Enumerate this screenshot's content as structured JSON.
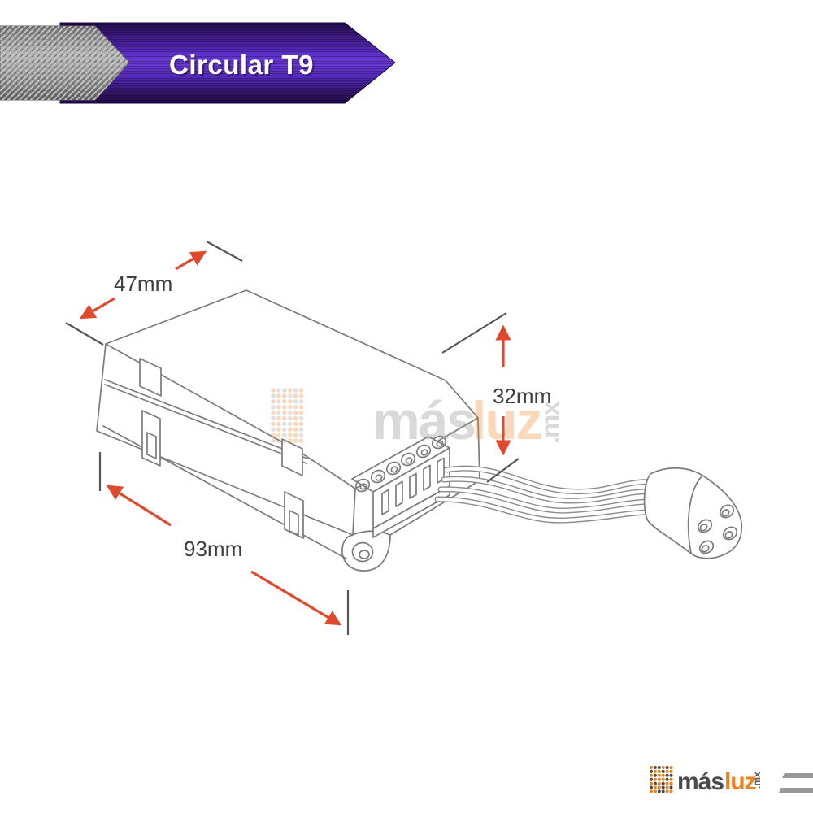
{
  "banner": {
    "title": "Circular T9"
  },
  "dimensions": {
    "width": "47mm",
    "height": "32mm",
    "length": "93mm"
  },
  "watermark": {
    "mas": "más",
    "luz": "luz",
    "tld": ".mx"
  },
  "footer_brand": {
    "mas": "más",
    "luz": "luz",
    "tld": ".mx"
  },
  "colors": {
    "accent_orange": "#EF7F1A",
    "dimension_red": "#E0492E",
    "banner_purple": "#5D30C8",
    "ribbon_gray": "#8C8C8C",
    "line_gray": "#7B7C7E",
    "brand_dark": "#4A4A4C"
  },
  "figure": {
    "description": "Isometric line drawing of a Circular T9 ballast box with a 6-screw terminal block, four output wires and a round 4-pin connector, annotated with 47mm, 32mm and 93mm dimensions"
  }
}
